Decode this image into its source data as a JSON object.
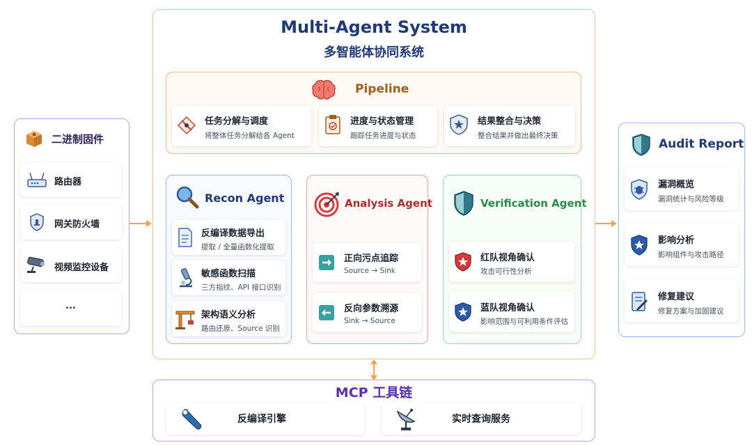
{
  "system": {
    "title": "Multi-Agent System",
    "subtitle": "多智能体协同系统"
  },
  "firmware": {
    "title": "二进制固件",
    "items": [
      {
        "label": "路由器",
        "icon": "router-icon"
      },
      {
        "label": "网关防火墙",
        "icon": "firewall-shield-icon"
      },
      {
        "label": "视频监控设备",
        "icon": "camera-icon"
      },
      {
        "label": "..."
      }
    ]
  },
  "pipeline": {
    "title": "Pipeline",
    "icon": "brain-icon",
    "items": [
      {
        "title": "任务分解与调度",
        "desc": "将整体任务分解给各 Agent",
        "icon": "task-split-icon"
      },
      {
        "title": "进度与状态管理",
        "desc": "跟踪任务进度与状态",
        "icon": "clipboard-icon"
      },
      {
        "title": "结果整合与决策",
        "desc": "整合结果并做出最终决策",
        "icon": "badge-icon"
      }
    ]
  },
  "recon": {
    "title": "Recon Agent",
    "icon": "magnifier-icon",
    "items": [
      {
        "title": "反编译数据导出",
        "desc": "提取 / 全量函数化提取",
        "icon": "document-icon"
      },
      {
        "title": "敏感函数扫描",
        "desc": "三方指纹、API 接口识别",
        "icon": "microscope-icon"
      },
      {
        "title": "架构语义分析",
        "desc": "路由还原、Source 识别",
        "icon": "crane-icon"
      }
    ]
  },
  "analysis": {
    "title": "Analysis Agent",
    "icon": "target-icon",
    "items": [
      {
        "title": "正向污点追踪",
        "desc": "Source → Sink",
        "icon": "arrow-right-icon"
      },
      {
        "title": "反向参数溯源",
        "desc": "Sink → Source",
        "icon": "arrow-left-icon"
      }
    ]
  },
  "verification": {
    "title": "Verification Agent",
    "icon": "shield-icon",
    "items": [
      {
        "title": "红队视角确认",
        "desc": "攻击可行性分析",
        "icon": "red-shield-icon"
      },
      {
        "title": "蓝队视角确认",
        "desc": "影响范围与可利用条件评估",
        "icon": "blue-shield-icon"
      }
    ]
  },
  "audit": {
    "title": "Audit Report",
    "icon": "shield-icon",
    "items": [
      {
        "title": "漏洞概览",
        "desc": "漏洞统计与风险等级",
        "icon": "bug-shield-icon"
      },
      {
        "title": "影响分析",
        "desc": "影响组件与攻击路径",
        "icon": "star-shield-icon"
      },
      {
        "title": "修复建议",
        "desc": "修复方案与加固建议",
        "icon": "repair-doc-icon"
      }
    ]
  },
  "mcp": {
    "title": "MCP 工具链",
    "items": [
      {
        "label": "反编译引擎",
        "icon": "wrench-icon"
      },
      {
        "label": "实时查询服务",
        "icon": "satellite-dish-icon"
      }
    ]
  },
  "colors": {
    "orange": "#f5a04c",
    "purple": "#7b5cc4",
    "blue": "#6c9bd6",
    "red": "#e07070",
    "green": "#5bb87a",
    "navy": "#1f3a7a",
    "brain": "#e8645a"
  }
}
